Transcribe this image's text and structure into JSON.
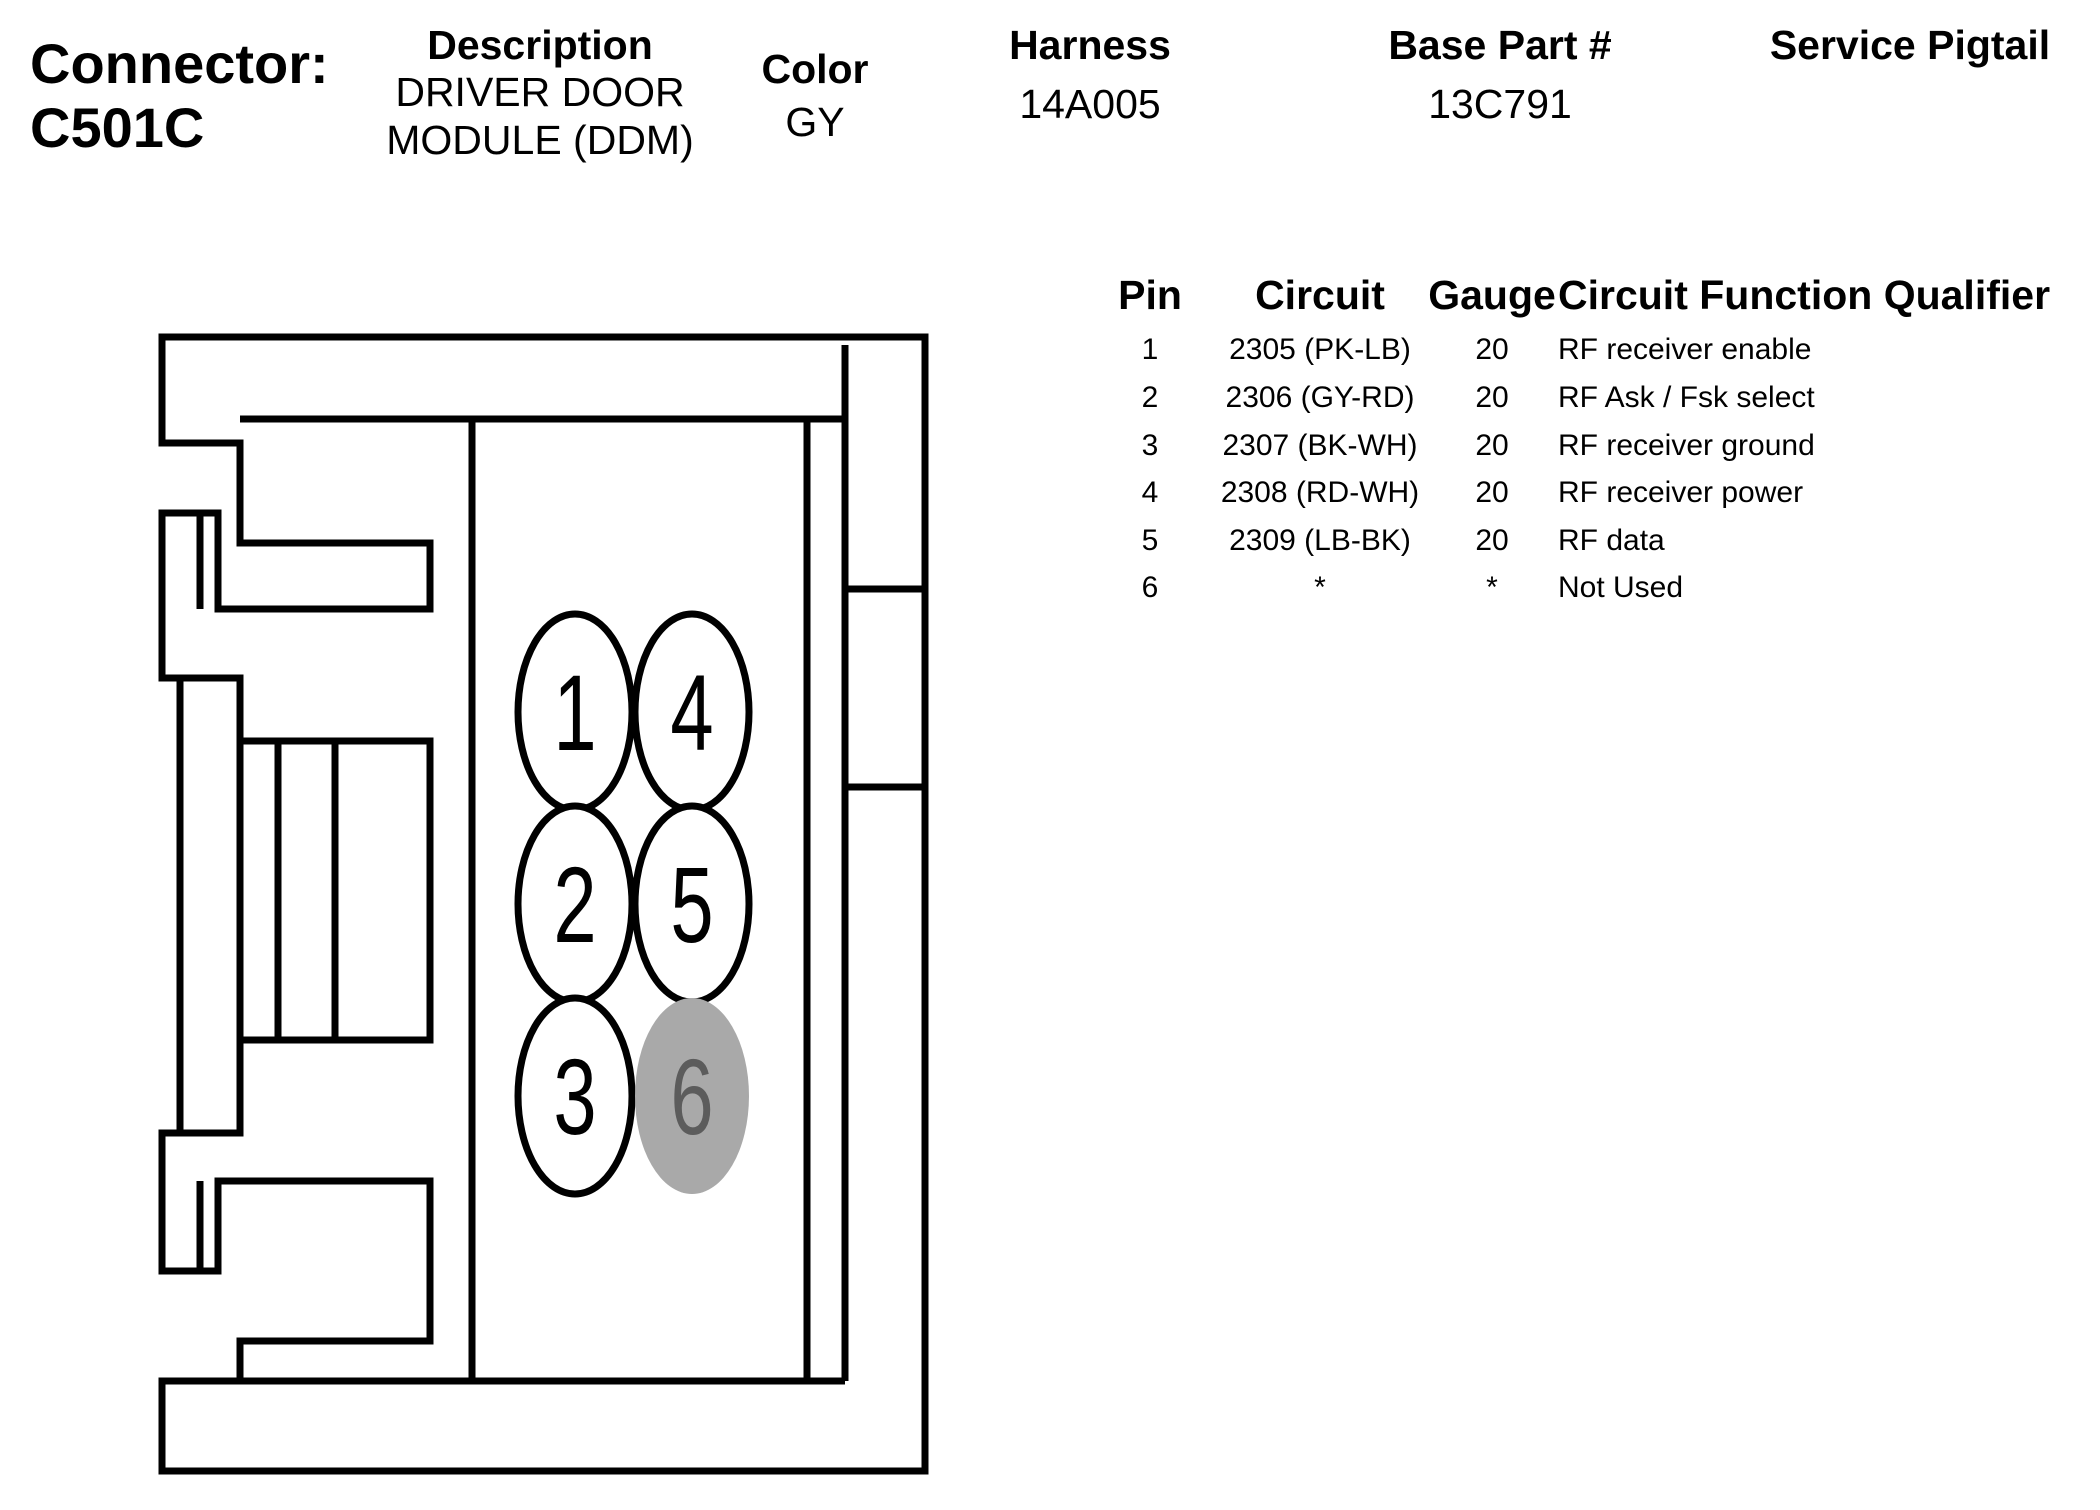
{
  "connector": {
    "label": "Connector:",
    "id": "C501C"
  },
  "header": {
    "description_label": "Description",
    "description_value": "DRIVER DOOR\nMODULE (DDM)",
    "color_label": "Color",
    "color_value": "GY",
    "harness_label": "Harness",
    "harness_value": "14A005",
    "base_part_label": "Base Part #",
    "base_part_value": "13C791",
    "service_pigtail_label": "Service Pigtail",
    "service_pigtail_value": ""
  },
  "table": {
    "headers": {
      "pin": "Pin",
      "circuit": "Circuit",
      "gauge": "Gauge",
      "function": "Circuit Function Qualifier"
    },
    "rows": [
      {
        "pin": "1",
        "circuit": "2305 (PK-LB)",
        "gauge": "20",
        "function": "RF receiver enable"
      },
      {
        "pin": "2",
        "circuit": "2306 (GY-RD)",
        "gauge": "20",
        "function": "RF Ask / Fsk select"
      },
      {
        "pin": "3",
        "circuit": "2307 (BK-WH)",
        "gauge": "20",
        "function": "RF receiver ground"
      },
      {
        "pin": "4",
        "circuit": "2308 (RD-WH)",
        "gauge": "20",
        "function": "RF receiver power"
      },
      {
        "pin": "5",
        "circuit": "2309 (LB-BK)",
        "gauge": "20",
        "function": "RF data"
      },
      {
        "pin": "6",
        "circuit": "*",
        "gauge": "*",
        "function": "Not Used"
      }
    ]
  },
  "diagram": {
    "pins": [
      "1",
      "2",
      "3",
      "4",
      "5",
      "6"
    ],
    "unused_pins": [
      "6"
    ],
    "unused_fill": "#a9a9a9",
    "unused_text_color": "#5c5c5c"
  }
}
